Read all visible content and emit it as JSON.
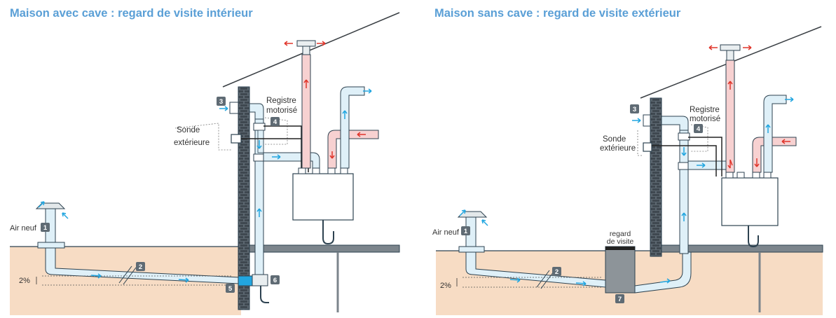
{
  "titles": {
    "left": "Maison avec cave : regard de visite intérieur",
    "right": "Maison sans cave : regard de visite extérieur"
  },
  "labels": {
    "air_neuf": "Air neuf",
    "sonde_line1": "Sonde",
    "sonde_line2": "extérieure",
    "registre_line1": "Registre",
    "registre_line2": "motorisé",
    "regard_line1": "regard",
    "regard_line2": "de visite",
    "slope": "2%"
  },
  "badges": {
    "n1": "1",
    "n2": "2",
    "n3": "3",
    "n4": "4",
    "n5": "5",
    "n6": "6",
    "n7": "7"
  },
  "colors": {
    "title": "#5a9fd6",
    "ground": "#f7dcc4",
    "pipe_fresh": "#dff0f8",
    "pipe_outline": "#2d4250",
    "pipe_extract": "#f7d1d1",
    "arrow_blue": "#22a6e0",
    "arrow_red": "#e0362c",
    "wall": "#5c6770",
    "badge": "#5f6b74"
  },
  "icons": {
    "flow_arrow": "arrow",
    "badge": "numbered-square"
  }
}
